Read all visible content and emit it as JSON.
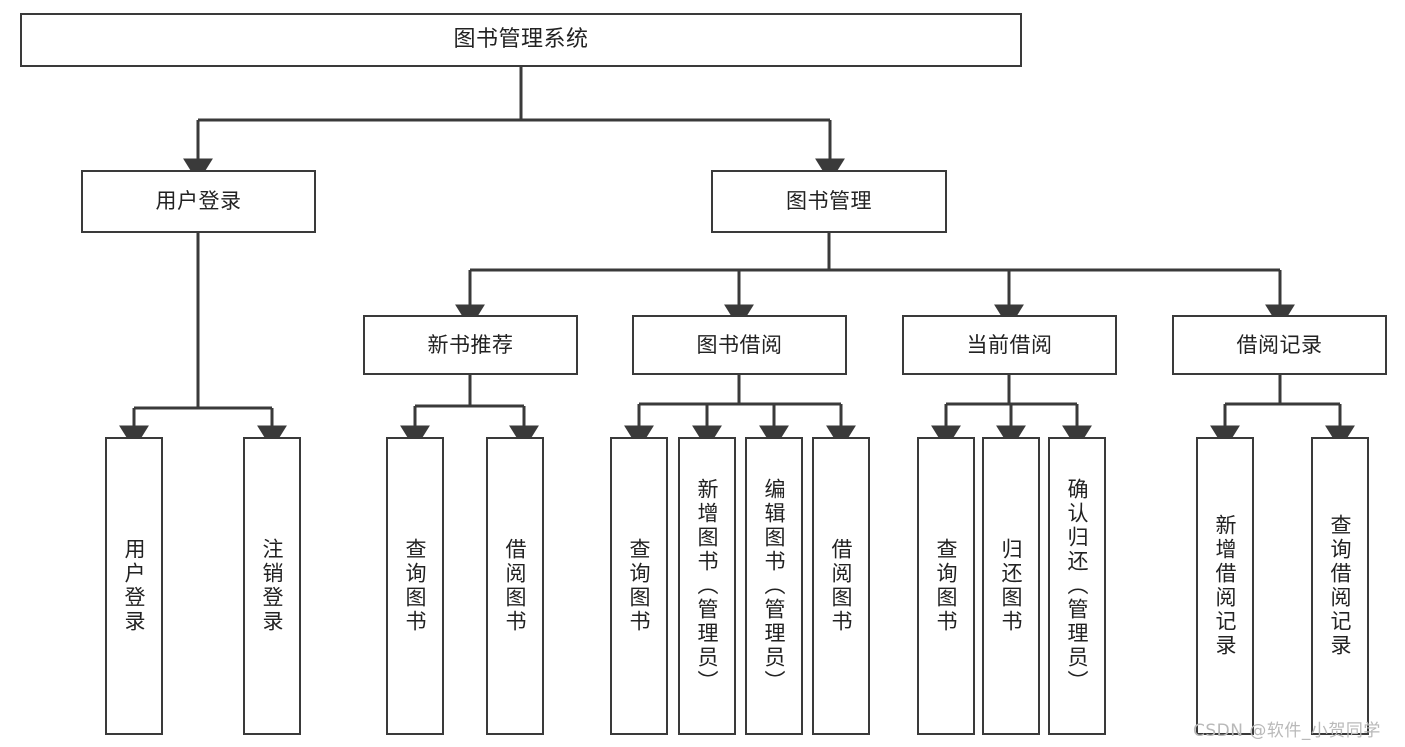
{
  "diagram": {
    "type": "tree-hierarchy",
    "title": "图书管理系统",
    "colors": {
      "background": "#ffffff",
      "box_border": "#3a3a3a",
      "box_fill": "#ffffff",
      "text": "#222222",
      "edge": "#3a3a3a",
      "watermark": "#b9b9b9"
    },
    "root": {
      "label": "图书管理系统"
    },
    "level2": [
      {
        "label": "用户登录"
      },
      {
        "label": "图书管理"
      }
    ],
    "level3": [
      {
        "label": "新书推荐"
      },
      {
        "label": "图书借阅"
      },
      {
        "label": "当前借阅"
      },
      {
        "label": "借阅记录"
      }
    ],
    "leaves": {
      "user_login": [
        {
          "label": "用户登录"
        },
        {
          "label": "注销登录"
        }
      ],
      "new_book_recommend": [
        {
          "label": "查询图书"
        },
        {
          "label": "借阅图书"
        }
      ],
      "book_borrow": [
        {
          "label": "查询图书"
        },
        {
          "label": "新增图书（管理员）"
        },
        {
          "label": "编辑图书（管理员）"
        },
        {
          "label": "借阅图书"
        }
      ],
      "current_borrow": [
        {
          "label": "查询图书"
        },
        {
          "label": "归还图书"
        },
        {
          "label": "确认归还（管理员）"
        }
      ],
      "borrow_record": [
        {
          "label": "新增借阅记录"
        },
        {
          "label": "查询借阅记录"
        }
      ]
    },
    "watermark": {
      "text": "CSDN @软件_小贺同学"
    }
  }
}
